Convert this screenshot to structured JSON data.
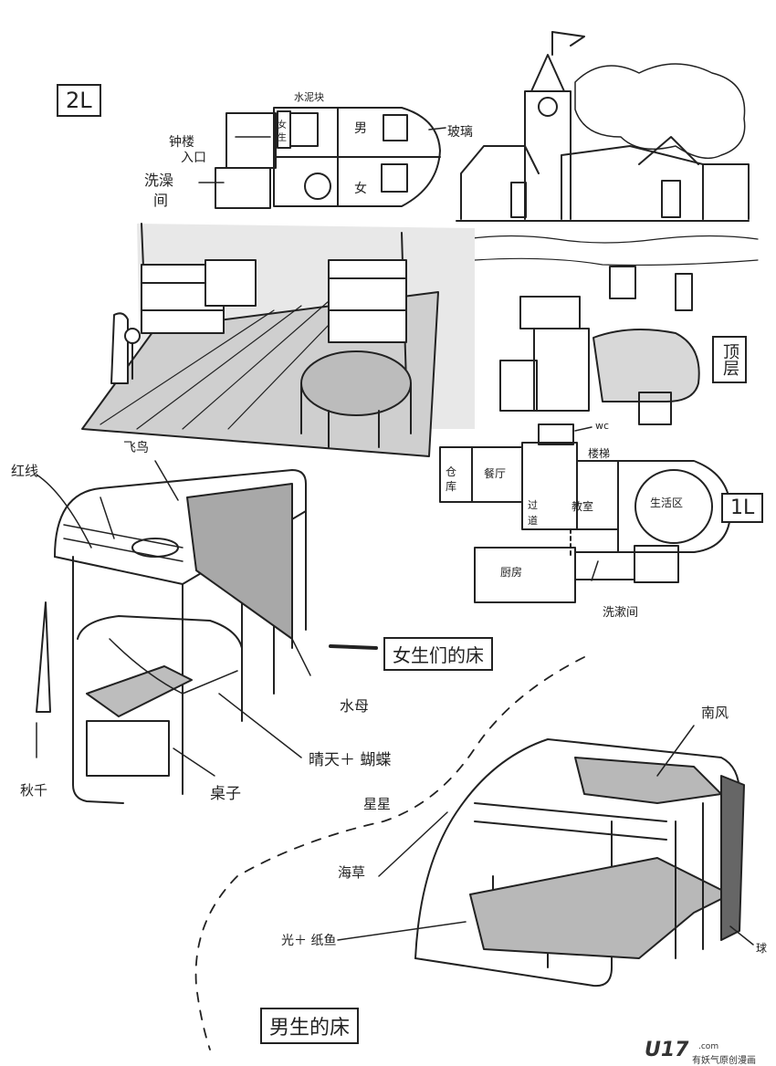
{
  "floor_labels": {
    "second": "2L",
    "first": "1L",
    "top": "顶层"
  },
  "plan_2f": {
    "sink": "水泥块",
    "girl_a": "女",
    "girl_b": "生",
    "boy_room": "男",
    "girl_room": "女",
    "clock_entry_a": "钟楼",
    "clock_entry_b": "入口",
    "bath_a": "洗澡",
    "bath_b": "间",
    "glass": "玻璃"
  },
  "plan_1f": {
    "wc": "wc",
    "stairs": "楼梯",
    "storage_a": "仓",
    "storage_b": "库",
    "dining": "餐厅",
    "corridor_a": "过",
    "corridor_b": "道",
    "classroom": "教室",
    "living": "生活区",
    "kitchen": "厨房",
    "washroom": "洗漱间"
  },
  "girls_bed": {
    "title": "女生们的床",
    "red_line": "红线",
    "plane": "飞鸟",
    "swing": "秋千",
    "jellyfish": "水母",
    "sunny_butterfly": "晴天＋ 蝴蝶",
    "table": "桌子"
  },
  "boys_bed": {
    "title": "男生的床",
    "south_wind": "南风",
    "star": "星星",
    "seaweed": "海草",
    "light_fish": "光＋ 纸鱼",
    "ball": "球"
  },
  "watermark": {
    "logo": "U17",
    "com": ".com",
    "tagline": "有妖气原创漫画"
  },
  "colors": {
    "ink": "#222222",
    "shade": "#9a9a9a",
    "light_shade": "#d0d0d0"
  }
}
